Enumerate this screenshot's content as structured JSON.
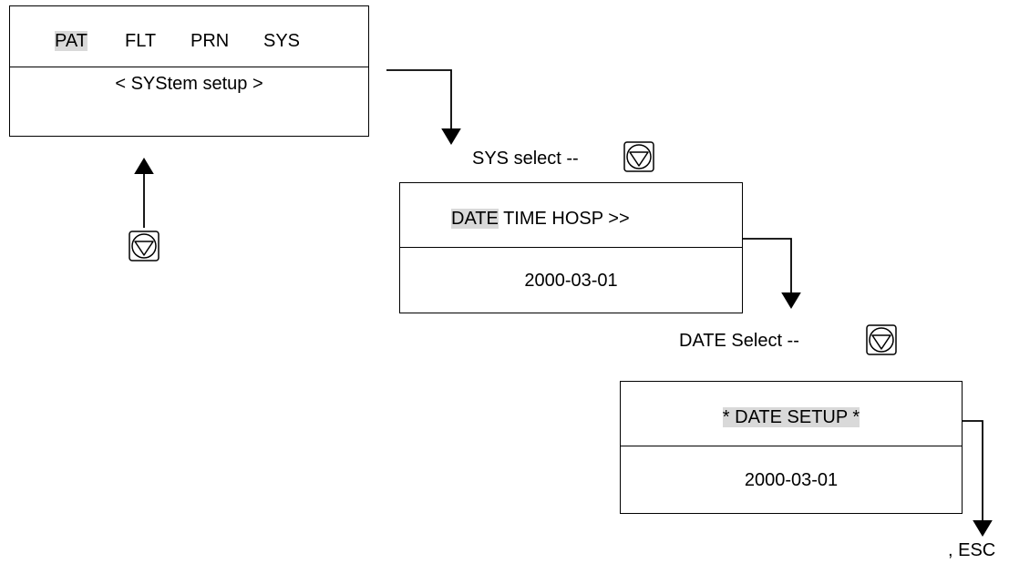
{
  "screen1": {
    "menu": [
      "PAT",
      "FLT",
      "PRN",
      "SYS"
    ],
    "selected_menu": "PAT",
    "subtitle": "< SYStem setup >"
  },
  "screen2": {
    "menu_selected": "DATE",
    "menu_rest": "TIME HOSP >>",
    "value": "2000-03-01"
  },
  "screen3": {
    "title": "* DATE SETUP *",
    "value": "2000-03-01"
  },
  "labels": {
    "sys_select": "SYS select --",
    "date_select": "DATE Select --",
    "esc": ", ESC"
  },
  "icons": {
    "down_key": "down-triangle-key-icon"
  }
}
